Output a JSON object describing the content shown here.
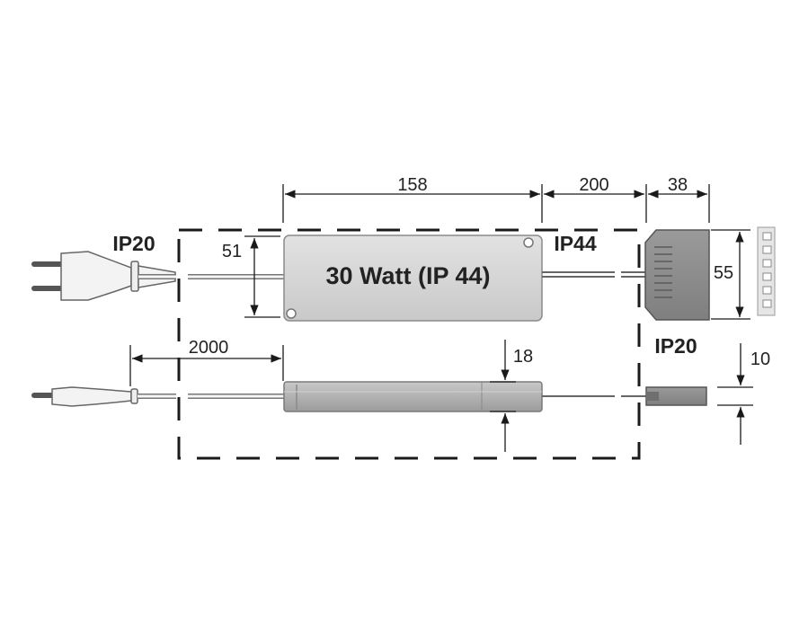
{
  "product": {
    "title": "30 Watt (IP 44)"
  },
  "protection_ratings": {
    "plug_side": "IP20",
    "driver": "IP44",
    "connector": "IP20"
  },
  "dimensions": {
    "driver_length": "158",
    "cable_out_length": "200",
    "connector_length": "38",
    "driver_width": "51",
    "connector_width": "55",
    "power_cable_length": "2000",
    "driver_height": "18",
    "connector_height": "10"
  },
  "colors": {
    "line": "#1a1a1a",
    "driver_top": "#d7d7d7",
    "driver_side": "#b5b5b5",
    "connector": "#8e8e8e",
    "frame": "#1a1a1a"
  }
}
